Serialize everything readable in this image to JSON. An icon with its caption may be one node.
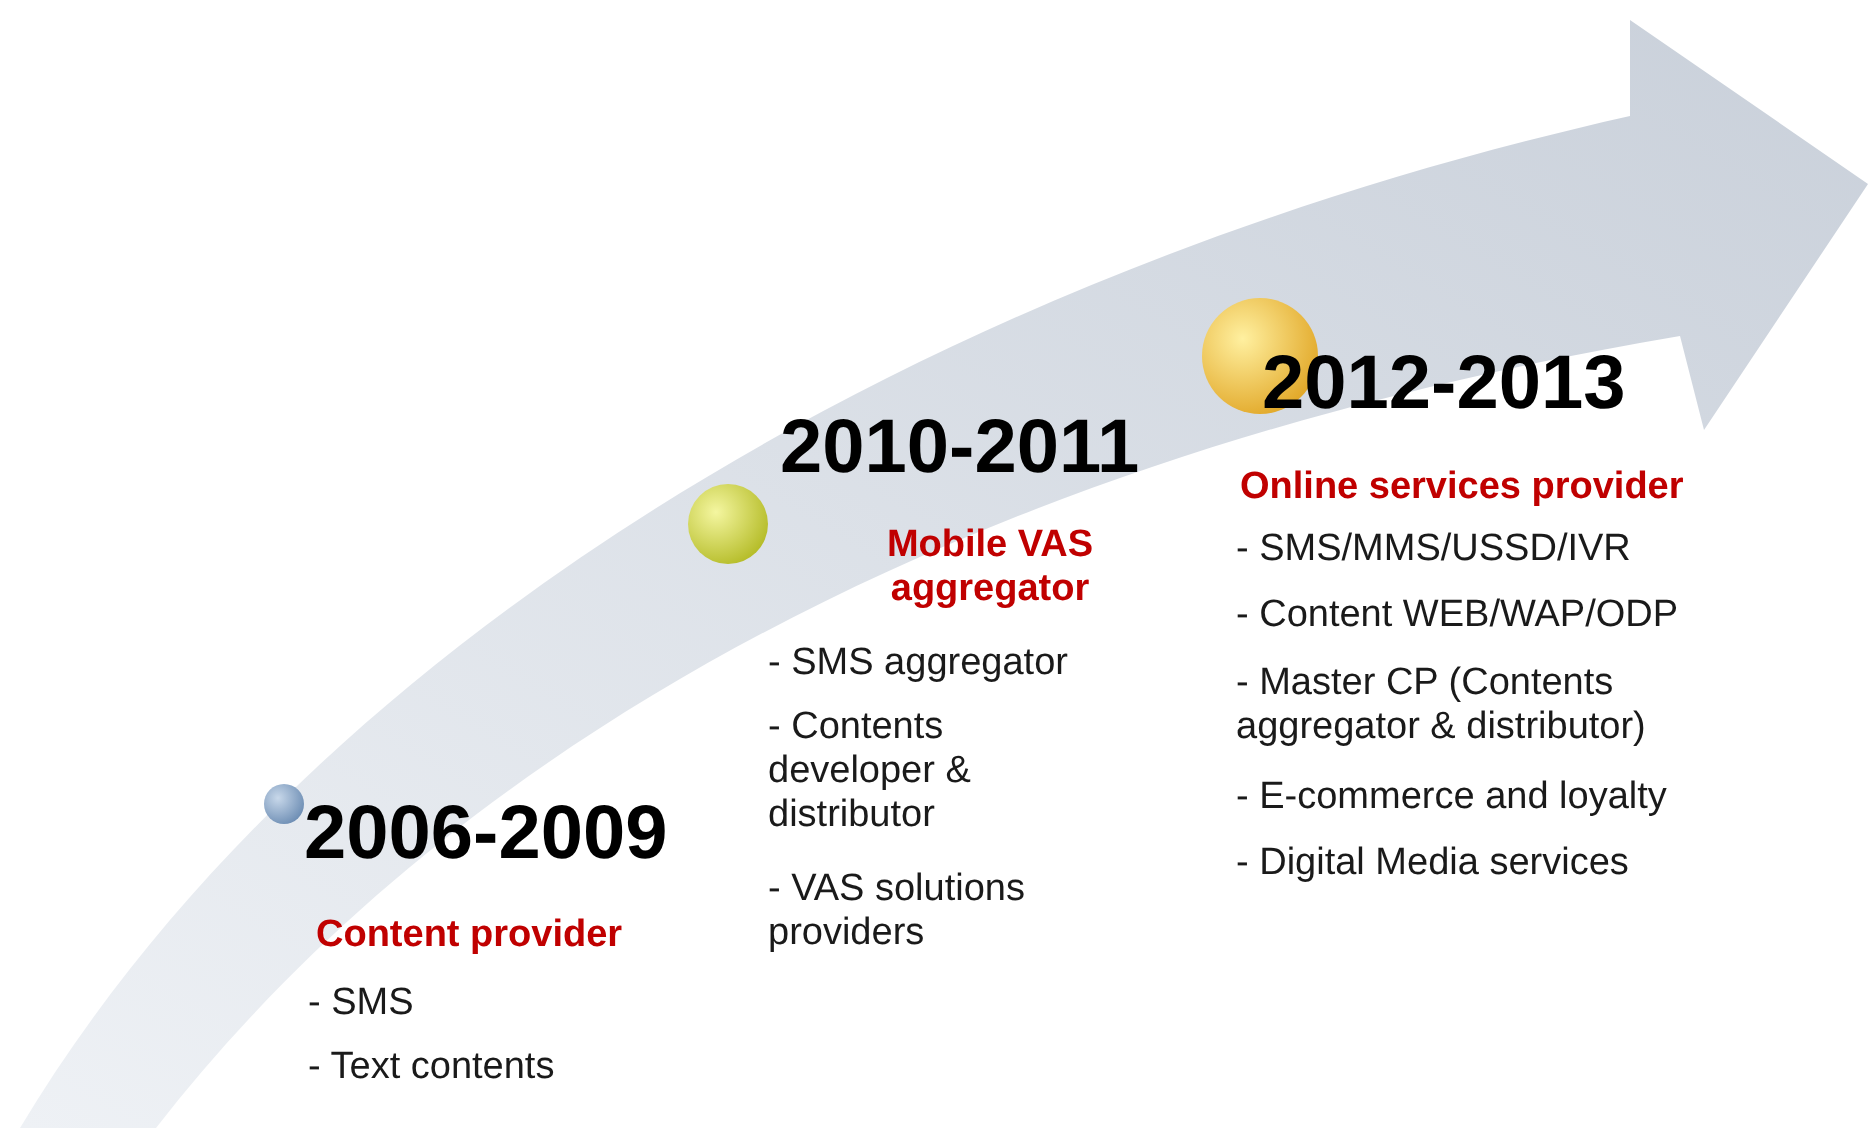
{
  "diagram": {
    "labels": [
      "2006-2009",
      "Content provider",
      "- SMS",
      "- Text contents",
      "2010-2011",
      "Mobile VAS aggregator",
      "- SMS aggregator",
      "- Contents developer & distributor",
      "- VAS solutions providers",
      "2012-2013",
      "Online services provider",
      "- SMS/MMS/USSD/IVR",
      "- Content WEB/WAP/ODP",
      "- Master CP (Contents aggregator & distributor)",
      "- E-commerce and loyalty",
      "- Digital Media services"
    ]
  }
}
